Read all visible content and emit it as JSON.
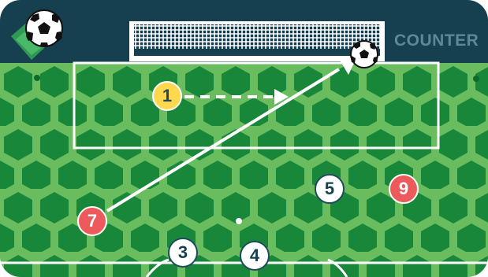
{
  "header": {
    "brand_text": "COUNTER"
  },
  "players": [
    {
      "number": "1",
      "team": "yellow"
    },
    {
      "number": "3",
      "team": "white"
    },
    {
      "number": "4",
      "team": "white"
    },
    {
      "number": "5",
      "team": "white"
    },
    {
      "number": "7",
      "team": "red"
    },
    {
      "number": "9",
      "team": "red"
    }
  ],
  "colors": {
    "header_navy": "#163f4f",
    "pitch_light": "#69bd5f",
    "pitch_dark": "#18873a",
    "line_white": "#ffffff",
    "red_team": "#ec5a5c",
    "yellow_player": "#ffd84d",
    "white_team_border": "#1e4a5b"
  },
  "icons": [
    "soccer-ball-logo-icon",
    "soccer-ball-icon",
    "pass-arrow-icon",
    "run-arrow-icon"
  ]
}
